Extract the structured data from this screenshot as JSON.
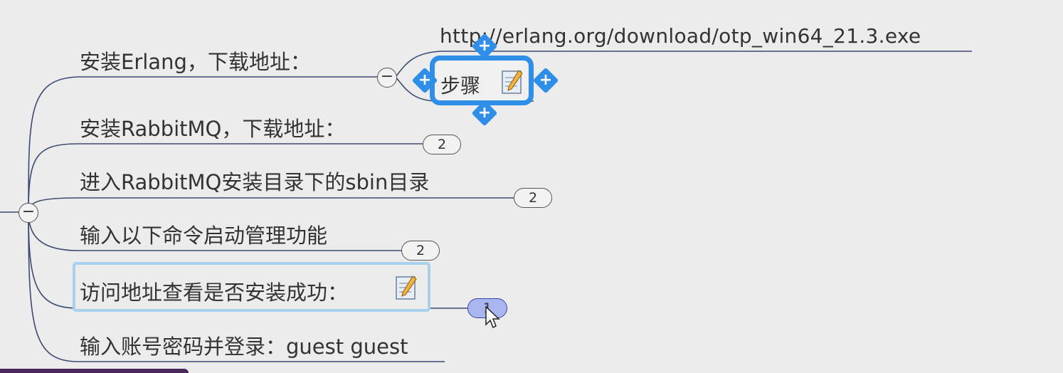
{
  "url_node": {
    "text": "http://erlang.org/download/otp_win64_21.3.exe"
  },
  "selected_node": {
    "label": "步骤"
  },
  "topics": [
    {
      "id": "install-erlang",
      "label": "安装Erlang，下载地址："
    },
    {
      "id": "install-rabbitmq",
      "label": "安装RabbitMQ，下载地址：",
      "count": "2"
    },
    {
      "id": "enter-sbin",
      "label": "进入RabbitMQ安装目录下的sbin目录",
      "count": "2"
    },
    {
      "id": "enable-plugin",
      "label": "输入以下命令启动管理功能",
      "count": "2"
    },
    {
      "id": "visit-address",
      "label": "访问地址查看是否安装成功：",
      "count": "1"
    },
    {
      "id": "login",
      "label": "输入账号密码并登录：guest guest"
    }
  ],
  "collapse_symbol": "−",
  "colors": {
    "line": "#3c4a72",
    "selection_blue": "#2f8fe8",
    "hover_badge": "#aab6f0"
  },
  "icons": [
    "note-icon",
    "plus-icon",
    "collapse-icon",
    "cursor-icon"
  ]
}
